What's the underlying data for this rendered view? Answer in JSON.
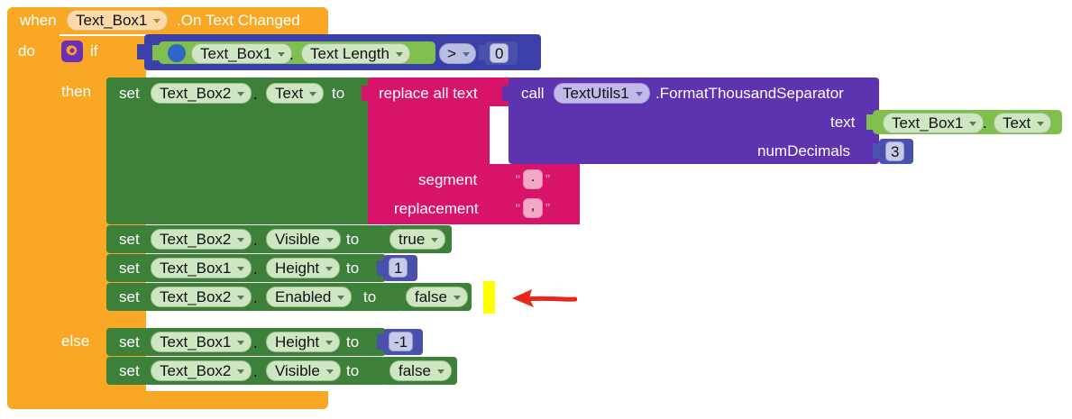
{
  "editor": {
    "name": "mit-app-inventor-blocks-editor",
    "background": "#ffffff"
  },
  "colors": {
    "event_orange": "#f8a825",
    "control_orange": "#f8a825",
    "setter_green": "#3c8039",
    "getter_green": "#7fbf4d",
    "logic_green": "#3c8039",
    "math_blue": "#4a51ac",
    "comparison_blue": "#3b3fa8",
    "text_pink": "#d7146a",
    "procedure_purple": "#5e33b0",
    "annotation_highlight": "#ffff00",
    "annotation_arrow": "#e8261c"
  },
  "event_block": {
    "when_label": "when",
    "component": "Text_Box1",
    "event": ".On Text Changed",
    "do_label": "do"
  },
  "if_block": {
    "mutator_icon": "gear-icon",
    "if_label": "if",
    "then_label": "then",
    "else_label": "else"
  },
  "condition": {
    "help_icon": "question-icon",
    "component": "Text_Box1",
    "dot": ".",
    "property": "Text Length",
    "operator": ">",
    "value": "0"
  },
  "then_statements": [
    {
      "set_label": "set",
      "component": "Text_Box2",
      "dot": ".",
      "property": "Text",
      "to_label": "to",
      "value_kind": "replace-all-text-block"
    },
    {
      "set_label": "set",
      "component": "Text_Box2",
      "dot": ".",
      "property": "Visible",
      "to_label": "to",
      "value": "true",
      "value_kind": "logic"
    },
    {
      "set_label": "set",
      "component": "Text_Box1",
      "dot": ".",
      "property": "Height",
      "to_label": "to",
      "value": "1",
      "value_kind": "number"
    },
    {
      "set_label": "set",
      "component": "Text_Box2",
      "dot": ".",
      "property": "Enabled",
      "to_label": "to",
      "value": "false",
      "value_kind": "logic"
    }
  ],
  "else_statements": [
    {
      "set_label": "set",
      "component": "Text_Box1",
      "dot": ".",
      "property": "Height",
      "to_label": "to",
      "value": "-1",
      "value_kind": "number"
    },
    {
      "set_label": "set",
      "component": "Text_Box2",
      "dot": ".",
      "property": "Visible",
      "to_label": "to",
      "value": "false",
      "value_kind": "logic"
    }
  ],
  "replace_all_text": {
    "title": "replace all text",
    "segment_label": "segment",
    "segment_value": ".",
    "replacement_label": "replacement",
    "replacement_value": ",",
    "open_quote": "“",
    "close_quote": "”"
  },
  "procedure_call": {
    "call_label": "call",
    "component": "TextUtils1",
    "method": ".FormatThousandSeparator",
    "args": [
      {
        "label": "text",
        "value_kind": "getter",
        "component": "Text_Box1",
        "dot": ".",
        "property": "Text"
      },
      {
        "label": "numDecimals",
        "value_kind": "number",
        "value": "3"
      }
    ]
  },
  "annotation": {
    "highlight_name": "yellow-highlight-bar",
    "arrow_name": "red-arrow-annotation",
    "points_to": "set Text_Box2 . Enabled to false"
  }
}
